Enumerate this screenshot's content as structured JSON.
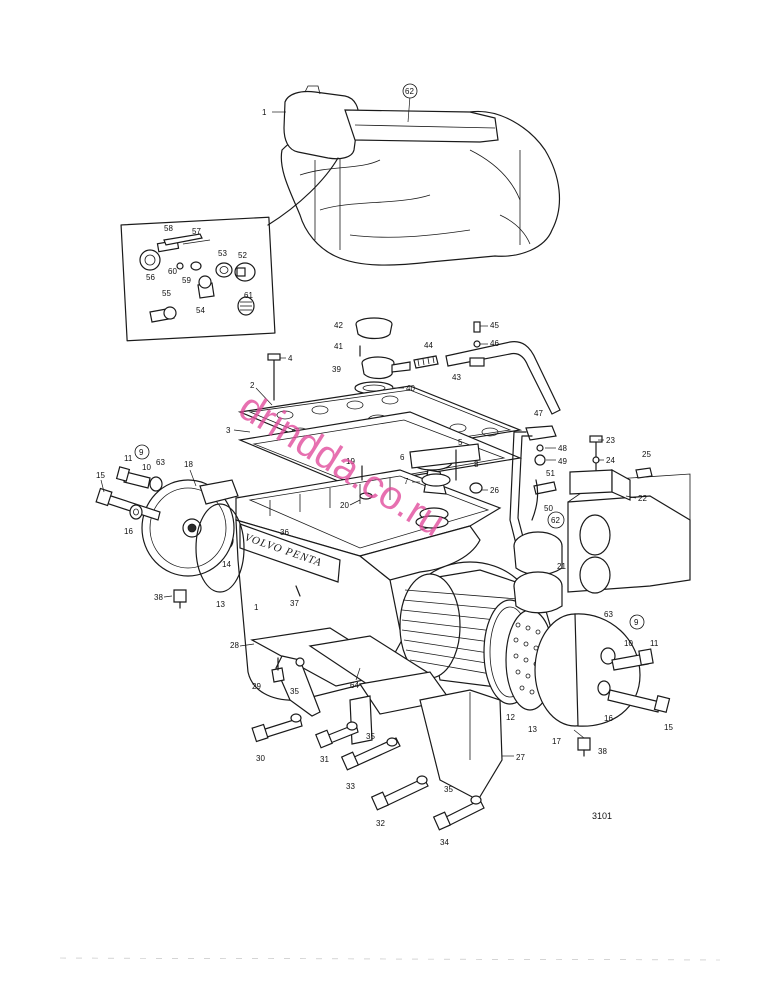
{
  "figure_number": "3101",
  "watermark": "drindda.co.ru",
  "nameplate_text": "VOLVO PENTA",
  "callouts": [
    {
      "text": "1"
    },
    {
      "text": "62",
      "circled": true
    },
    {
      "text": "58"
    },
    {
      "text": "57"
    },
    {
      "text": "56"
    },
    {
      "text": "60"
    },
    {
      "text": "59"
    },
    {
      "text": "53"
    },
    {
      "text": "52"
    },
    {
      "text": "55"
    },
    {
      "text": "54"
    },
    {
      "text": "61"
    },
    {
      "text": "42"
    },
    {
      "text": "41"
    },
    {
      "text": "39"
    },
    {
      "text": "40"
    },
    {
      "text": "44"
    },
    {
      "text": "43"
    },
    {
      "text": "45"
    },
    {
      "text": "46"
    },
    {
      "text": "4"
    },
    {
      "text": "2"
    },
    {
      "text": "3"
    },
    {
      "text": "47"
    },
    {
      "text": "48"
    },
    {
      "text": "49"
    },
    {
      "text": "51"
    },
    {
      "text": "50"
    },
    {
      "text": "23"
    },
    {
      "text": "24"
    },
    {
      "text": "25"
    },
    {
      "text": "22"
    },
    {
      "text": "9",
      "circled": true
    },
    {
      "text": "11"
    },
    {
      "text": "10"
    },
    {
      "text": "63"
    },
    {
      "text": "18"
    },
    {
      "text": "15"
    },
    {
      "text": "16"
    },
    {
      "text": "19"
    },
    {
      "text": "6"
    },
    {
      "text": "5"
    },
    {
      "text": "7"
    },
    {
      "text": "8"
    },
    {
      "text": "26"
    },
    {
      "text": "20"
    },
    {
      "text": "36"
    },
    {
      "text": "62",
      "circled": true
    },
    {
      "text": "21"
    },
    {
      "text": "14"
    },
    {
      "text": "38"
    },
    {
      "text": "13"
    },
    {
      "text": "37"
    },
    {
      "text": "1"
    },
    {
      "text": "63"
    },
    {
      "text": "9",
      "circled": true
    },
    {
      "text": "10"
    },
    {
      "text": "11"
    },
    {
      "text": "28"
    },
    {
      "text": "29"
    },
    {
      "text": "35"
    },
    {
      "text": "64"
    },
    {
      "text": "12"
    },
    {
      "text": "13"
    },
    {
      "text": "17"
    },
    {
      "text": "16"
    },
    {
      "text": "15"
    },
    {
      "text": "38"
    },
    {
      "text": "30"
    },
    {
      "text": "31"
    },
    {
      "text": "35"
    },
    {
      "text": "33"
    },
    {
      "text": "27"
    },
    {
      "text": "35"
    },
    {
      "text": "32"
    },
    {
      "text": "34"
    }
  ]
}
